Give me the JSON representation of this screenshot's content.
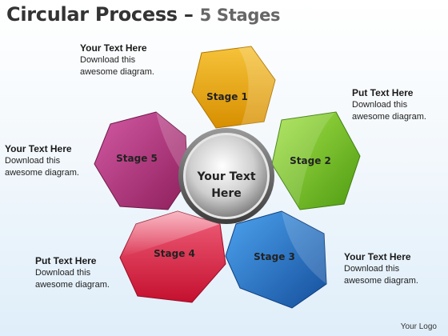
{
  "title": {
    "main": "Circular Process – ",
    "sub": "5 Stages"
  },
  "center": {
    "line1": "Your Text",
    "line2": "Here"
  },
  "stages": [
    {
      "label": "Stage 1",
      "color": "#e8a400"
    },
    {
      "label": "Stage 2",
      "color": "#6cb81e"
    },
    {
      "label": "Stage 3",
      "color": "#1f6cc0"
    },
    {
      "label": "Stage 4",
      "color": "#d81f44"
    },
    {
      "label": "Stage 5",
      "color": "#b8307a"
    }
  ],
  "callouts": {
    "top_left": {
      "heading": "Your Text Here",
      "line1": "Download this",
      "line2": "awesome diagram."
    },
    "top_right": {
      "heading": "Put Text Here",
      "line1": "Download this",
      "line2": "awesome diagram."
    },
    "mid_left": {
      "heading": "Your Text Here",
      "line1": "Download this",
      "line2": "awesome diagram."
    },
    "bottom_left": {
      "heading": "Put Text Here",
      "line1": "Download this",
      "line2": "awesome diagram."
    },
    "bottom_right": {
      "heading": "Your Text Here",
      "line1": "Download this",
      "line2": "awesome diagram."
    }
  },
  "logo": "Your Logo"
}
